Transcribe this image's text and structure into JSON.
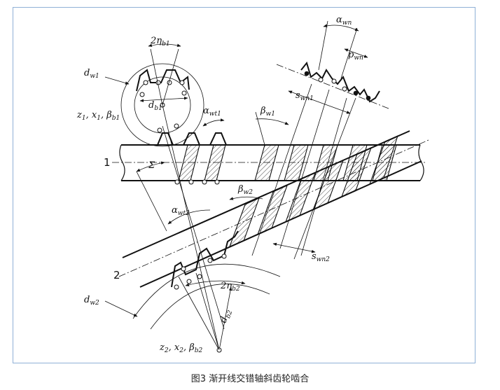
{
  "caption": "图3 渐开线交错轴斜齿轮啮合",
  "labels": {
    "two_eta_b1": [
      "2",
      "η",
      "b1"
    ],
    "d_w1": [
      "d",
      "w1"
    ],
    "d_b1": [
      "d",
      "b1"
    ],
    "z1_params": [
      "z",
      "1",
      ", x",
      "1",
      ", β",
      "b1"
    ],
    "alpha_wt1": [
      "α",
      "wt1"
    ],
    "beta_w1": [
      "β",
      "w1"
    ],
    "alpha_wn": [
      "α",
      "wn"
    ],
    "p_wn": [
      "p",
      "wn"
    ],
    "s_wn1": [
      "s",
      "wn1"
    ],
    "sigma": "Σ",
    "gear1": "1",
    "beta_w2": [
      "β",
      "w2"
    ],
    "alpha_wt2": [
      "α",
      "wt2"
    ],
    "s_wn2": [
      "s",
      "wn2"
    ],
    "gear2": "2",
    "two_eta_b2": [
      "2",
      "η",
      "b2"
    ],
    "d_w2": [
      "d",
      "w2"
    ],
    "d_b2": [
      "d",
      "b2"
    ],
    "z2_params": [
      "z",
      "2",
      ", x",
      "2",
      ", β",
      "b2"
    ]
  }
}
